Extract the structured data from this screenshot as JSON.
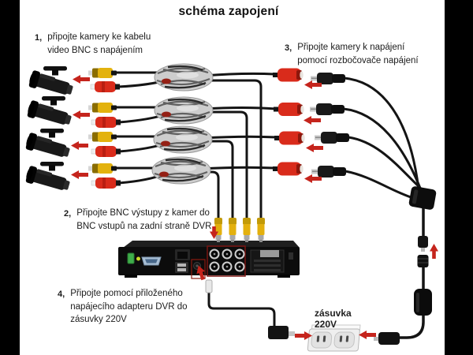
{
  "title": "schéma zapojení",
  "steps": [
    {
      "num": "1,",
      "lines": [
        "připojte kamery ke kabelu",
        "video BNC s napájením"
      ]
    },
    {
      "num": "2,",
      "lines": [
        "Připojte BNC výstupy z kamer do",
        "BNC vstupů na zadní straně DVR"
      ]
    },
    {
      "num": "3,",
      "lines": [
        "Připojte kamery k napájení",
        "pomocí rozbočovače napájení"
      ]
    },
    {
      "num": "4,",
      "lines": [
        "Připojte pomocí přiloženého",
        "napájecího adapteru DVR do",
        "zásuvky 220V"
      ]
    }
  ],
  "outlet_label": {
    "line1": "zásuvka",
    "line2": "220V"
  },
  "components": {
    "camera_count": 4,
    "cable_bundle_count": 4,
    "splitter_output_count": 4,
    "dvr_bnc_plug_count": 4
  },
  "colors": {
    "background": "#000000",
    "canvas": "#ffffff",
    "text": "#1c1c1c",
    "arrow_red": "#c5241c",
    "bnc_yellow": "#e3b20e",
    "power_connector_red": "#d92b1b",
    "cable_black": "#141414"
  }
}
